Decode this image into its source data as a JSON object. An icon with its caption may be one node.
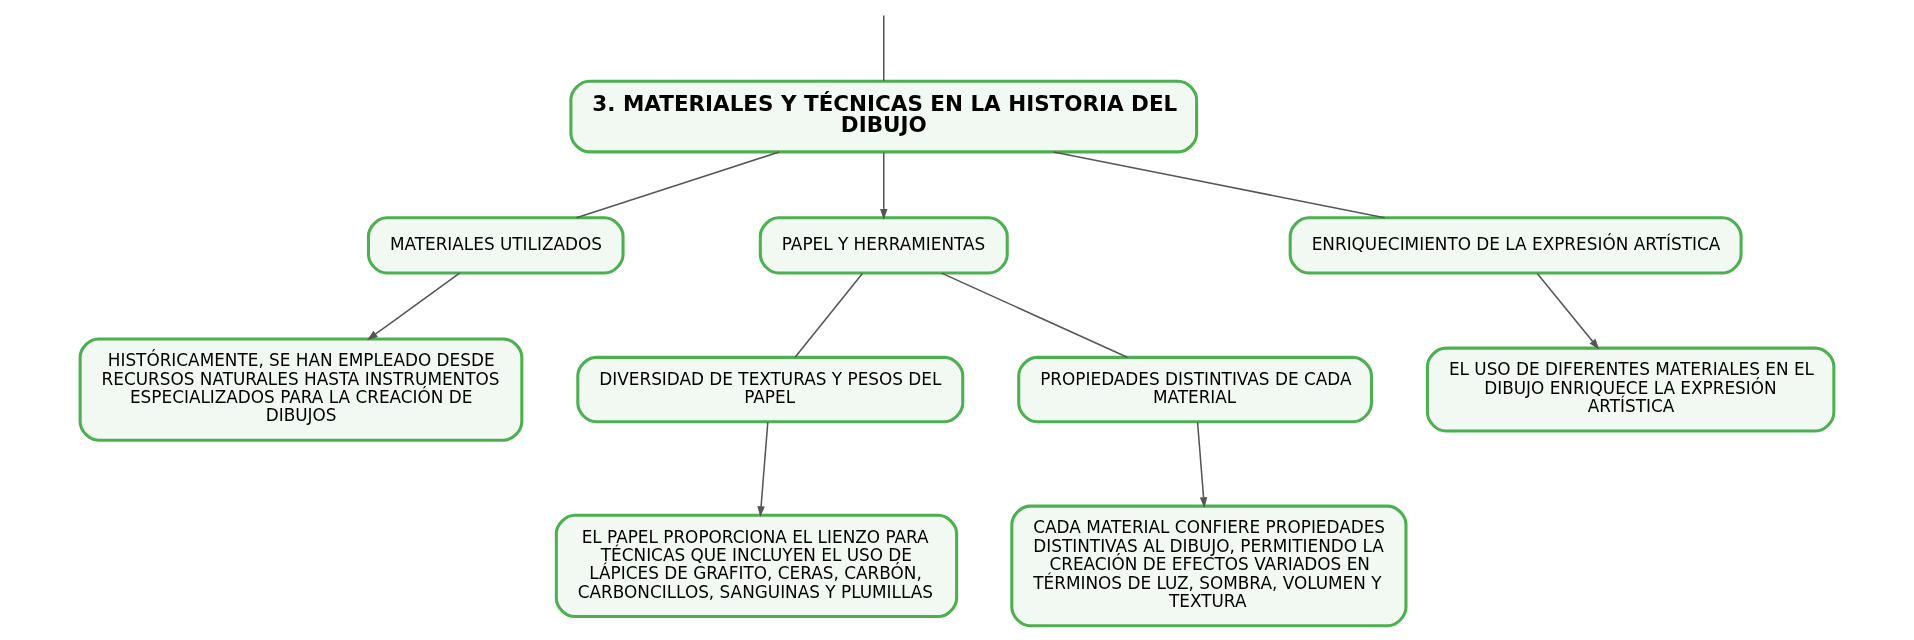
{
  "diagram": {
    "nodes": [
      {
        "text": [
          "3. MATERIALES Y TÉCNICAS EN LA HISTORIA DEL DIBUJO"
        ]
      },
      {
        "text": [
          "MATERIALES UTILIZADOS"
        ]
      },
      {
        "text": [
          "HISTÓRICAMENTE, SE HAN EMPLEADO DESDE RECURSOS NATURALES HASTA INSTRUMENTOS ESPECIALIZADOS PARA LA CREACIÓN DE DIBUJOS"
        ]
      },
      {
        "text": [
          "PAPEL Y HERRAMIENTAS"
        ]
      },
      {
        "text": [
          "DIVERSIDAD DE TEXTURAS Y PESOS DEL PAPEL"
        ]
      },
      {
        "text": [
          "EL PAPEL PROPORCIONA EL LIENZO PARA TÉCNICAS QUE INCLUYEN EL USO DE LÁPICES DE GRAFITO, CERAS, CARBÓN, CARBONCILLOS, SANGUINAS Y PLUMILLAS"
        ]
      },
      {
        "text": [
          "PROPIEDADES DISTINTIVAS DE CADA MATERIAL"
        ]
      },
      {
        "text": [
          "CADA MATERIAL CONFIERE PROPIEDADES DISTINTIVAS AL DIBUJO, PERMITIENDO LA CREACIÓN DE EFECTOS VARIADOS EN TÉRMINOS DE LUZ, SOMBRA, VOLUMEN Y TEXTURA"
        ]
      },
      {
        "text": [
          "ENRIQUECIMIENTO DE LA EXPRESIÓN ARTÍSTICA"
        ]
      },
      {
        "text": [
          "EL USO DE DIFERENTES MATERIALES EN EL DIBUJO ENRIQUECE LA EXPRESIÓN ARTÍSTICA"
        ]
      }
    ],
    "edges": [
      {
        "from": null,
        "to": 0,
        "arrow": "none"
      },
      {
        "from": 0,
        "to": 1,
        "arrow": "none"
      },
      {
        "from": 0,
        "to": 3,
        "arrow": "to"
      },
      {
        "from": 0,
        "to": 8,
        "arrow": "none"
      },
      {
        "from": 1,
        "to": 2,
        "arrow": "to"
      },
      {
        "from": 3,
        "to": 4,
        "arrow": "none"
      },
      {
        "from": 3,
        "to": 6,
        "arrow": "none"
      },
      {
        "from": 4,
        "to": 5,
        "arrow": "to"
      },
      {
        "from": 6,
        "to": 7,
        "arrow": "to"
      },
      {
        "from": 8,
        "to": 9,
        "arrow": "to"
      }
    ]
  }
}
